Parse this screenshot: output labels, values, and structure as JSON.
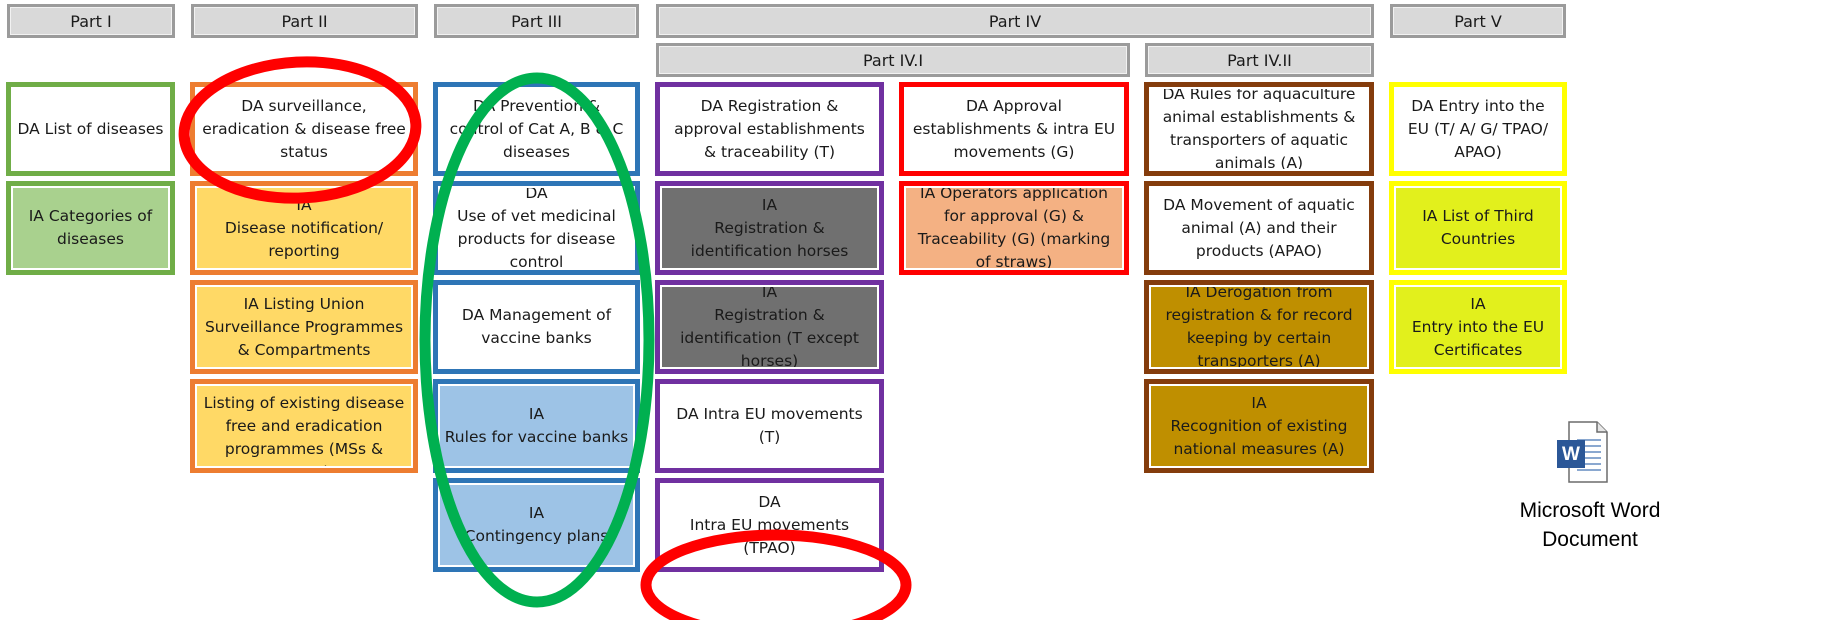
{
  "parts": {
    "part1": "Part I",
    "part2": "Part II",
    "part3": "Part III",
    "part4": "Part IV",
    "part41": "Part IV.I",
    "part42": "Part IV.II",
    "part5": "Part V"
  },
  "boxes": {
    "p1_da_list": "DA List of diseases",
    "p1_ia_categories": "IA Categories of diseases",
    "p2_da_surveillance": "DA surveillance, eradication & disease free status",
    "p2_ia_notification": "IA\nDisease notification/ reporting",
    "p2_ia_listing_union": "IA Listing Union Surveillance Programmes & Compartments",
    "p2_ia_listing_existing": "IA\nListing of existing disease free and eradication programmes (MSs & zones)",
    "p3_da_prevention": "DA Prevention & control of Cat A, B & C diseases",
    "p3_da_vet_medicinal": "DA\nUse of vet medicinal products for disease control",
    "p3_da_vaccine_banks": "DA Management of vaccine banks",
    "p3_ia_rules_vaccine": "IA\nRules for vaccine banks",
    "p3_ia_contingency": "IA\nContingency plans",
    "p41_da_registration": "DA Registration & approval establishments & traceability (T)",
    "p41_ia_horses": "IA\nRegistration & identification horses",
    "p41_ia_except_horses": "IA\nRegistration & identification (T except horses)",
    "p41_da_intra_eu": "DA Intra EU movements (T)",
    "p41_da_intra_tpao": "DA\nIntra EU movements (TPAO)",
    "p41_da_approval": "DA Approval establishments & intra EU movements (G)",
    "p41_ia_operators": "IA Operators application for approval (G) & Traceability (G) (marking of straws)",
    "p42_da_rules_aquaculture": "DA Rules for aquaculture animal establishments & transporters of aquatic animals (A)",
    "p42_da_movement_aquatic": "DA Movement of aquatic animal (A) and their products (APAO)",
    "p42_ia_derogation": "IA Derogation from registration & for record keeping by certain transporters (A)",
    "p42_ia_recognition": "IA\nRecognition of existing national measures (A)",
    "p5_da_entry": "DA Entry into the EU (T/ A/ G/ TPAO/ APAO)",
    "p5_ia_third_countries": "IA List of Third Countries",
    "p5_ia_certificates": "IA\nEntry into the EU Certificates"
  },
  "embedded_object": {
    "icon": "word-document-icon",
    "label": "Microsoft Word\nDocument"
  },
  "colors": {
    "header_border": "#9b9b9b",
    "header_fill": "#d9d9d9",
    "part1_border": "#70ad47",
    "part1_fill": "#a9d18e",
    "part2_border": "#ed7d31",
    "part2_fill": "#ffd966",
    "part3_border": "#2e75b6",
    "part3_fill": "#9dc3e6",
    "part41_border": "#7030a0",
    "part41_fill": "#707070",
    "part41b_border": "#ff0000",
    "part41b_fill": "#f4b183",
    "part42_border": "#843c0c",
    "part42_fill": "#bf8f00",
    "part5_border": "#ffff00",
    "part5_fill": "#e2f01c",
    "annotation_red": "#ff0000",
    "annotation_green": "#00b050"
  }
}
